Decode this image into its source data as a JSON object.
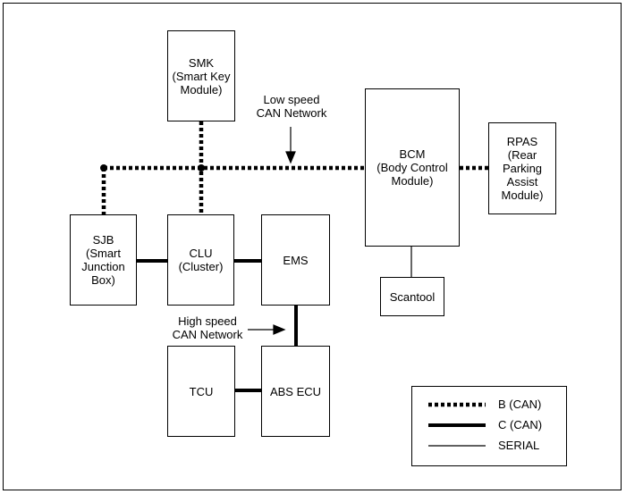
{
  "nodes": {
    "smk": {
      "lines": [
        "SMK",
        "(Smart Key",
        "Module)"
      ]
    },
    "bcm": {
      "lines": [
        "BCM",
        "(Body Control",
        "Module)"
      ]
    },
    "rpas": {
      "lines": [
        "RPAS",
        "(Rear",
        "Parking",
        "Assist",
        "Module)"
      ]
    },
    "sjb": {
      "lines": [
        "SJB",
        "(Smart",
        "Junction",
        "Box)"
      ]
    },
    "clu": {
      "lines": [
        "CLU",
        "(Cluster)"
      ]
    },
    "ems": {
      "lines": [
        "EMS"
      ]
    },
    "scantool": {
      "lines": [
        "Scantool"
      ]
    },
    "tcu": {
      "lines": [
        "TCU"
      ]
    },
    "abs": {
      "lines": [
        "ABS ECU"
      ]
    }
  },
  "annotations": {
    "low_speed": {
      "lines": [
        "Low speed",
        "CAN Network"
      ]
    },
    "high_speed": {
      "lines": [
        "High speed",
        "CAN Network"
      ]
    }
  },
  "legend": {
    "b_can": "B (CAN)",
    "c_can": "C (CAN)",
    "serial": "SERIAL"
  }
}
